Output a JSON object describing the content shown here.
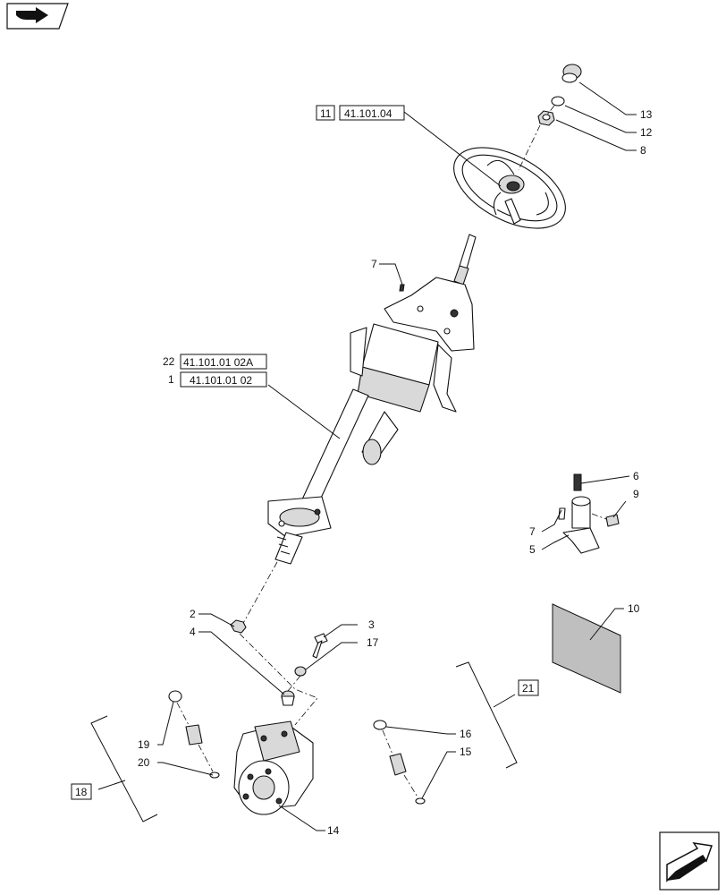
{
  "callouts": {
    "c13": "13",
    "c12": "12",
    "c8": "8",
    "c7a": "7",
    "c22": "22",
    "c1": "1",
    "c6": "6",
    "c9": "9",
    "c7b": "7",
    "c5": "5",
    "c10": "10",
    "c2": "2",
    "c4": "4",
    "c3": "3",
    "c17": "17",
    "c21": "21",
    "c19": "19",
    "c20": "20",
    "c16": "16",
    "c15": "15",
    "c18": "18",
    "c14": "14",
    "c11": "11"
  },
  "references": {
    "wheel_ref": "41.101.04",
    "column_ref_a": "41.101.01 02A",
    "column_ref_b": "41.101.01 02"
  },
  "icons": {
    "top_left": "book-arrow-icon",
    "bottom_right": "next-page-arrow-icon"
  }
}
